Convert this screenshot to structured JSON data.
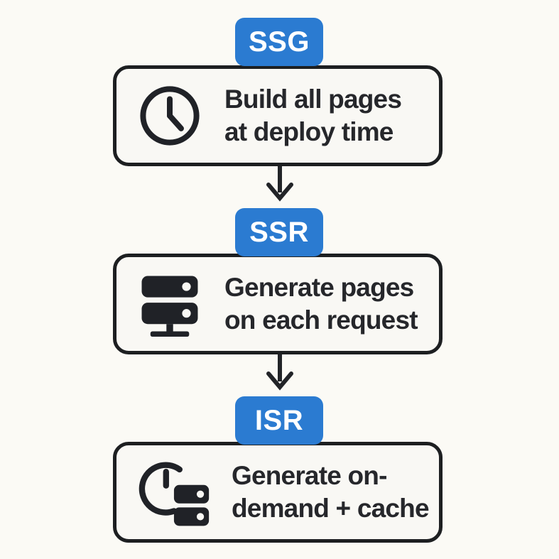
{
  "diagram": {
    "nodes": [
      {
        "badge": "SSG",
        "icon": "clock-icon",
        "line1": "Build all pages",
        "line2": "at deploy time"
      },
      {
        "badge": "SSR",
        "icon": "server-icon",
        "line1": "Generate pages",
        "line2": "on each request"
      },
      {
        "badge": "ISR",
        "icon": "clock-server-icon",
        "line1": "Generate on-",
        "line2": "demand + cache"
      }
    ],
    "colors": {
      "background": "#fbfaf5",
      "badge_blue": "#2b7bd1",
      "badge_text": "#ffffff",
      "ink": "#1d1f21",
      "box_fill": "#f9f8f4",
      "label_text": "#26272b"
    }
  }
}
